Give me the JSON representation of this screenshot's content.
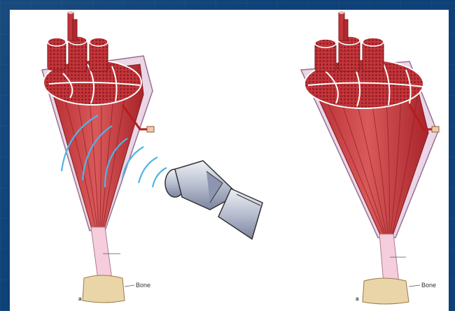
{
  "figure": {
    "left_muscle": {
      "bone_label": "Bone",
      "panel_label": "a"
    },
    "right_muscle": {
      "bone_label": "Bone",
      "panel_label": "a"
    }
  },
  "colors": {
    "background": "#0d4177",
    "muscle": "#c83a3a",
    "muscle_dark": "#9d2020",
    "sheath": "#e8cde0",
    "tendon": "#f3c8d8",
    "bone": "#e8d2a4",
    "waves": "#4fb6e6",
    "transducer": "#9aa4bd"
  },
  "icons": [
    "ultrasound-transducer-icon",
    "ultrasound-wave-icon"
  ]
}
